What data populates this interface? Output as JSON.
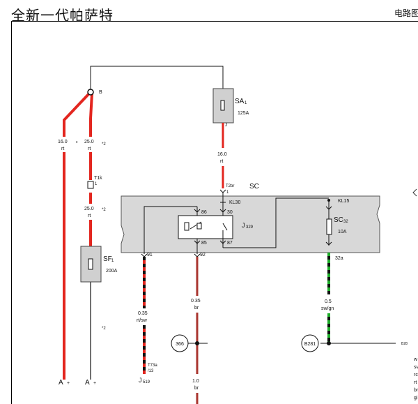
{
  "header": {
    "title": "全新一代帕萨特",
    "right_label": "电路图"
  },
  "diagram": {
    "node_b": "B",
    "fuse_sa1": {
      "label": "SA",
      "sub": "1",
      "rating": "125A",
      "pin": "J"
    },
    "wire_sa1": {
      "gauge": "16.0",
      "color": "rt"
    },
    "connector_t2br": {
      "label": "T2br",
      "pin": "1"
    },
    "module_sc": "SC",
    "pin_kl30": "KL30",
    "pin_kl15": "KL15",
    "relay": {
      "label": "J",
      "sub": "329",
      "pins": [
        "86",
        "30",
        "85",
        "87"
      ]
    },
    "fuse_sc32": {
      "label": "SC",
      "sub": "32",
      "rating": "10A",
      "pin": "32a"
    },
    "pin_91": "91",
    "pin_92": "92",
    "wire_left_a": {
      "gauge": "16.0",
      "color": "rt"
    },
    "bullet_dot": "•",
    "wire_left_b": {
      "gauge": "25.0",
      "color": "rt",
      "note": "*2"
    },
    "connector_t1k": {
      "label": "T1k",
      "pin": "1"
    },
    "wire_left_c": {
      "gauge": "25.0",
      "color": "rt",
      "note": "*2"
    },
    "fuse_sf1": {
      "label": "SF",
      "sub": "1",
      "rating": "200A"
    },
    "note_bottom": "*2",
    "terminal_a1": "A",
    "terminal_a2": "A",
    "terminal_plus": "+",
    "wire_91": {
      "gauge": "0.35",
      "color": "rt/sw"
    },
    "connector_t73a": {
      "label": "T73a",
      "pin": "/13"
    },
    "module_j519": {
      "label": "J",
      "sub": "519"
    },
    "wire_92": {
      "gauge": "0.35",
      "color": "br"
    },
    "ref_366": "366",
    "wire_92_lower": {
      "gauge": "1.0",
      "color": "br"
    },
    "wire_32a": {
      "gauge": "0.5",
      "color": "sw/gn"
    },
    "ref_b281": "B281",
    "label_b28": "B28",
    "legend_fragments": [
      "w",
      "sv",
      "rc",
      "rt",
      "br",
      "gi"
    ],
    "colors": {
      "red": "#e3261f",
      "brown": "#a9342e",
      "green": "#1fae2a",
      "black": "#111111",
      "module_fill": "#d8d8d8",
      "fuse_fill": "#d0d0d0"
    }
  }
}
